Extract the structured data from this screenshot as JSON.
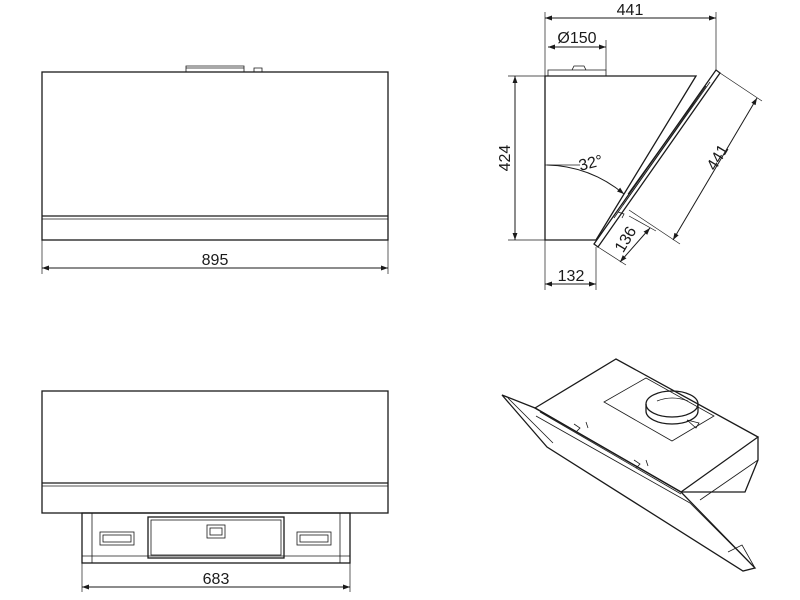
{
  "dimensions": {
    "front_width": "895",
    "bottom_width": "683",
    "side_depth_top": "441",
    "duct_diameter": "Ø150",
    "side_height": "424",
    "panel_angle": "32°",
    "panel_length": "441",
    "panel_offset": "136",
    "base_depth": "132"
  },
  "colors": {
    "stroke": "#1a1a1a",
    "background": "#ffffff"
  }
}
